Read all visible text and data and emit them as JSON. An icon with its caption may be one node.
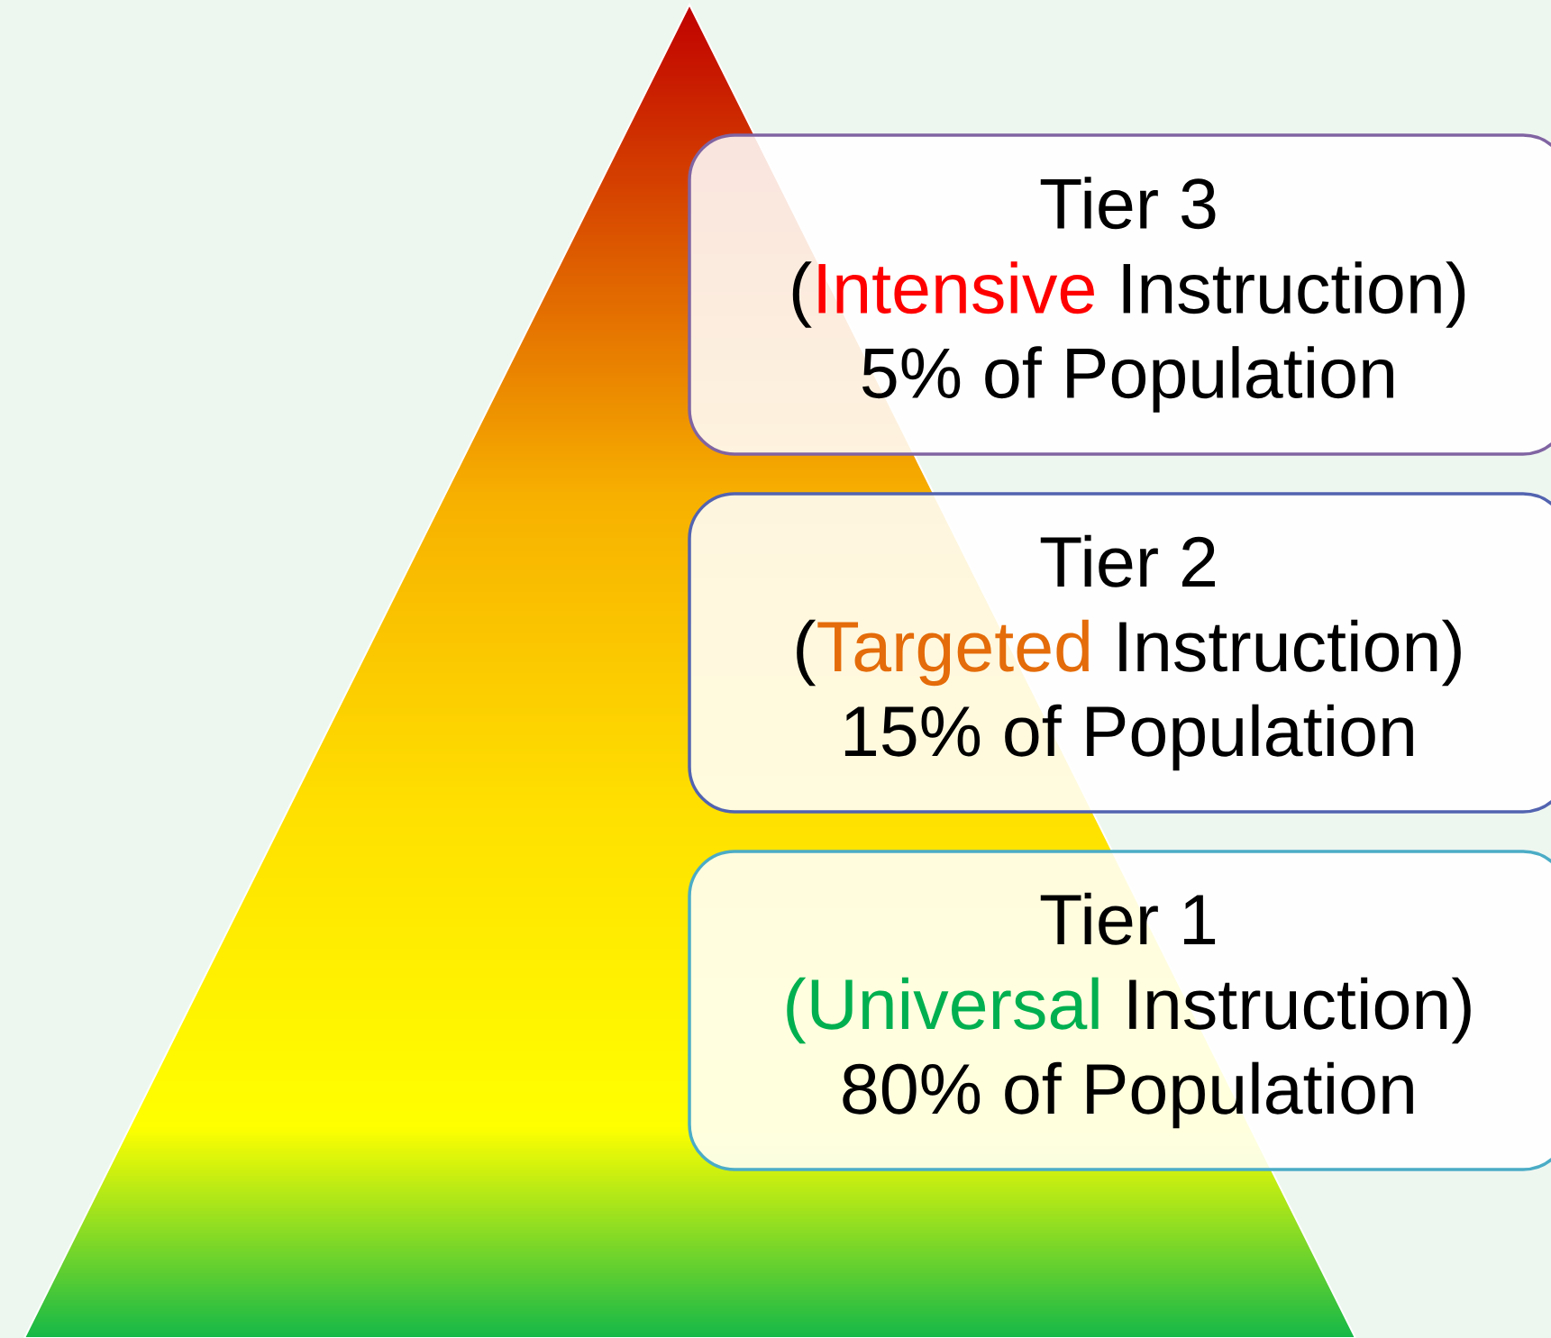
{
  "diagram": {
    "nodes": [
      {
        "text": [
          "Tier 3",
          "(",
          "Intensive",
          "Instruction)",
          "5% of Population"
        ]
      },
      {
        "text": [
          "Tier 2",
          "(",
          "Targeted",
          "Instruction)",
          "15% of Population"
        ]
      },
      {
        "text": [
          "Tier 1",
          "(Universal",
          "Instruction)",
          "80% of Population"
        ]
      }
    ]
  }
}
